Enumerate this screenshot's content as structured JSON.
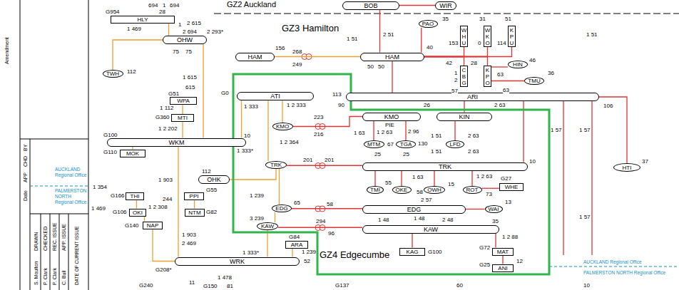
{
  "diagram": {
    "nodes": [
      {
        "text": [
          "HLY"
        ]
      },
      {
        "text": [
          "OHW"
        ]
      },
      {
        "text": [
          "TWH"
        ]
      },
      {
        "text": [
          "WPA"
        ]
      },
      {
        "text": [
          "MTI"
        ]
      },
      {
        "text": [
          "WKM"
        ]
      },
      {
        "text": [
          "MOK"
        ]
      },
      {
        "text": [
          "OHK"
        ]
      },
      {
        "text": [
          "THI"
        ]
      },
      {
        "text": [
          "PPI"
        ]
      },
      {
        "text": [
          "OKI"
        ]
      },
      {
        "text": [
          "NTM"
        ]
      },
      {
        "text": [
          "NAP"
        ]
      },
      {
        "text": [
          "ARA"
        ]
      },
      {
        "text": [
          "WRK"
        ]
      },
      {
        "text": [
          "HAM"
        ]
      },
      {
        "text": [
          "BOB"
        ]
      },
      {
        "text": [
          "WIR"
        ]
      },
      {
        "text": [
          "PAO"
        ]
      },
      {
        "text": [
          "HAM"
        ]
      },
      {
        "text": [
          "WHU"
        ]
      },
      {
        "text": [
          "WKO"
        ]
      },
      {
        "text": [
          "KPU"
        ]
      },
      {
        "text": [
          "CBG"
        ]
      },
      {
        "text": [
          "KPO"
        ]
      },
      {
        "text": [
          "HIN"
        ]
      },
      {
        "text": [
          "TMU"
        ]
      },
      {
        "text": [
          "ARI"
        ]
      },
      {
        "text": [
          "HTI"
        ]
      },
      {
        "text": [
          "GZ4 Edgecumbe"
        ]
      },
      {
        "text": [
          "ATI"
        ],
        "in": 29
      },
      {
        "text": [
          "KMO"
        ],
        "in": 29
      },
      {
        "text": [
          "TRK"
        ],
        "in": 29
      },
      {
        "text": [
          "EDG"
        ],
        "in": 29
      },
      {
        "text": [
          "KAW"
        ],
        "in": 29
      },
      {
        "text": [
          "KMO"
        ],
        "in": 29
      },
      {
        "text": [
          "KIN"
        ],
        "in": 29
      },
      {
        "text": [
          "MTM"
        ],
        "in": 29
      },
      {
        "text": [
          "TGA"
        ],
        "in": 29
      },
      {
        "text": [
          "LFD"
        ],
        "in": 29
      },
      {
        "text": [
          "TRK"
        ],
        "in": 29
      },
      {
        "text": [
          "TMI"
        ],
        "in": 29
      },
      {
        "text": [
          "OKE"
        ],
        "in": 29
      },
      {
        "text": [
          "OWH"
        ],
        "in": 29
      },
      {
        "text": [
          "ROT"
        ],
        "in": 29
      },
      {
        "text": [
          "WHE"
        ],
        "in": 29
      },
      {
        "text": [
          "EDG"
        ],
        "in": 29
      },
      {
        "text": [
          "WAI"
        ],
        "in": 29
      },
      {
        "text": [
          "KAW"
        ],
        "in": 29
      },
      {
        "text": [
          "KAG"
        ],
        "in": 29
      },
      {
        "text": [
          "MAT"
        ],
        "in": 29
      },
      {
        "text": [
          "ANI"
        ],
        "in": 29
      }
    ],
    "edges": [
      {
        "from": 0,
        "to": 1,
        "arrow": "none"
      },
      {
        "from": 1,
        "to": 5,
        "arrow": "none"
      },
      {
        "from": 3,
        "to": 4,
        "arrow": "none"
      },
      {
        "from": 4,
        "to": 5,
        "arrow": "none"
      },
      {
        "from": 5,
        "to": 6,
        "arrow": "none"
      },
      {
        "from": 30,
        "to": 31,
        "arrow": "none"
      },
      {
        "from": 30,
        "to": 32,
        "arrow": "none"
      },
      {
        "from": 32,
        "to": 7,
        "arrow": "none"
      },
      {
        "from": 32,
        "to": 33,
        "arrow": "none"
      },
      {
        "from": 33,
        "to": 34,
        "arrow": "none"
      },
      {
        "from": 34,
        "to": 14,
        "arrow": "none"
      },
      {
        "from": 5,
        "to": 14,
        "arrow": "none"
      },
      {
        "from": 31,
        "to": 35,
        "arrow": "none"
      },
      {
        "from": 32,
        "to": 40,
        "arrow": "none"
      },
      {
        "from": 33,
        "to": 46,
        "arrow": "none"
      },
      {
        "from": 34,
        "to": 48,
        "arrow": "none"
      },
      {
        "from": 35,
        "to": 37,
        "arrow": "none"
      },
      {
        "from": 35,
        "to": 38,
        "arrow": "none"
      },
      {
        "from": 36,
        "to": 39,
        "arrow": "none"
      },
      {
        "from": 40,
        "to": 41,
        "arrow": "none"
      },
      {
        "from": 40,
        "to": 42,
        "arrow": "none"
      },
      {
        "from": 40,
        "to": 43,
        "arrow": "none"
      },
      {
        "from": 40,
        "to": 44,
        "arrow": "none"
      },
      {
        "from": 44,
        "to": 45,
        "arrow": "none"
      },
      {
        "from": 46,
        "to": 47,
        "arrow": "none"
      },
      {
        "from": 48,
        "to": 49,
        "arrow": "none"
      },
      {
        "from": 48,
        "to": 50,
        "arrow": "none"
      },
      {
        "from": 50,
        "to": 51,
        "arrow": "none"
      },
      {
        "from": 27,
        "to": 36,
        "arrow": "none"
      },
      {
        "from": 27,
        "to": 40,
        "arrow": "none"
      },
      {
        "from": 27,
        "to": 28,
        "arrow": "none"
      },
      {
        "from": 19,
        "to": 27,
        "arrow": "none"
      },
      {
        "from": 15,
        "to": 19,
        "arrow": "none"
      },
      {
        "from": 19,
        "to": 18,
        "arrow": "none"
      },
      {
        "from": 19,
        "to": 20,
        "arrow": "none"
      },
      {
        "from": 19,
        "to": 21,
        "arrow": "none"
      },
      {
        "from": 19,
        "to": 22,
        "arrow": "none"
      },
      {
        "from": 19,
        "to": 23,
        "arrow": "none"
      },
      {
        "from": 19,
        "to": 24,
        "arrow": "none"
      },
      {
        "from": 24,
        "to": 25,
        "arrow": "none"
      },
      {
        "from": 24,
        "to": 26,
        "arrow": "none"
      },
      {
        "from": 16,
        "to": 19,
        "arrow": "none"
      },
      {
        "from": 5,
        "to": 30,
        "arrow": "none"
      },
      {
        "from": 8,
        "to": 10,
        "arrow": "none"
      },
      {
        "from": 10,
        "to": 12,
        "arrow": "none"
      },
      {
        "from": 12,
        "to": 14,
        "arrow": "none"
      },
      {
        "from": 9,
        "to": 11,
        "arrow": "none"
      },
      {
        "from": 13,
        "to": 14,
        "arrow": "none"
      },
      {
        "from": 1,
        "to": 2,
        "arrow": "none"
      },
      {
        "from": 16,
        "to": 17,
        "arrow": "none"
      }
    ],
    "labels": [
      "GZ2 Auckland",
      "GZ3 Hamilton",
      "G954",
      "694",
      "1",
      "694",
      "28",
      "1 469",
      "1",
      "2 615",
      "2 694",
      "2 293*",
      "112",
      "75",
      "75",
      "1 615",
      "615",
      "G51",
      "1 112",
      "G360",
      "1 2 202",
      "G100",
      "G110",
      "10",
      "1 333*",
      "G0",
      "1 333",
      "1 2 333",
      "1 2 364",
      "112",
      "1 354",
      "1 903",
      "1 469",
      "1 2 308",
      "G166",
      "G55",
      "244",
      "G106",
      "G82",
      "G140",
      "1 903",
      "2 469",
      "1 239",
      "3 239",
      "G84",
      "1 333*",
      "1 239",
      "52",
      "G208*",
      "G240",
      "11",
      "G150",
      "1 478",
      "81",
      "G137",
      "60",
      "10",
      "223",
      "216",
      "201",
      "201",
      "65",
      "58",
      "294",
      "96",
      "26",
      "1 63",
      "1 2 63",
      "PIE",
      "2 96",
      "67",
      "130",
      "25",
      "25",
      "1 51",
      "2 63",
      "1 51",
      "2 63",
      "10",
      "55",
      "1 63",
      "58",
      "15",
      "1 2 63",
      "73",
      "G27",
      "2 57",
      "1 48",
      "13",
      "1 48",
      "2 48",
      "35",
      "1 2 88",
      "G100",
      "G72",
      "G25",
      "12",
      "1 51",
      "2 51",
      "1 51",
      "156",
      "268",
      "249",
      "50",
      "50",
      "40",
      "35",
      "153",
      "31",
      "0",
      "51",
      "114",
      "42",
      "28",
      "1",
      "2",
      "57",
      "46",
      "63",
      "36",
      "63",
      "113",
      "90",
      "2 63",
      "106",
      "1 57",
      "1 57",
      "37",
      "1 57",
      "AUCKLAND Regional Office",
      "PALMERSTON NORTH Regional Office",
      "AUCKLAND Regional Office",
      "PALMERSTON NORTH Regional Office",
      "Amendment",
      "BY",
      "CHD",
      "APP",
      "Date",
      "DRAWN",
      "S. Moulton",
      "CHECKED",
      "P. Clark",
      "REC. ISSUE",
      "P. Clark",
      "APP. ISSUE",
      "C. Bull",
      "DATE OF CURRENT ISSUE"
    ]
  }
}
